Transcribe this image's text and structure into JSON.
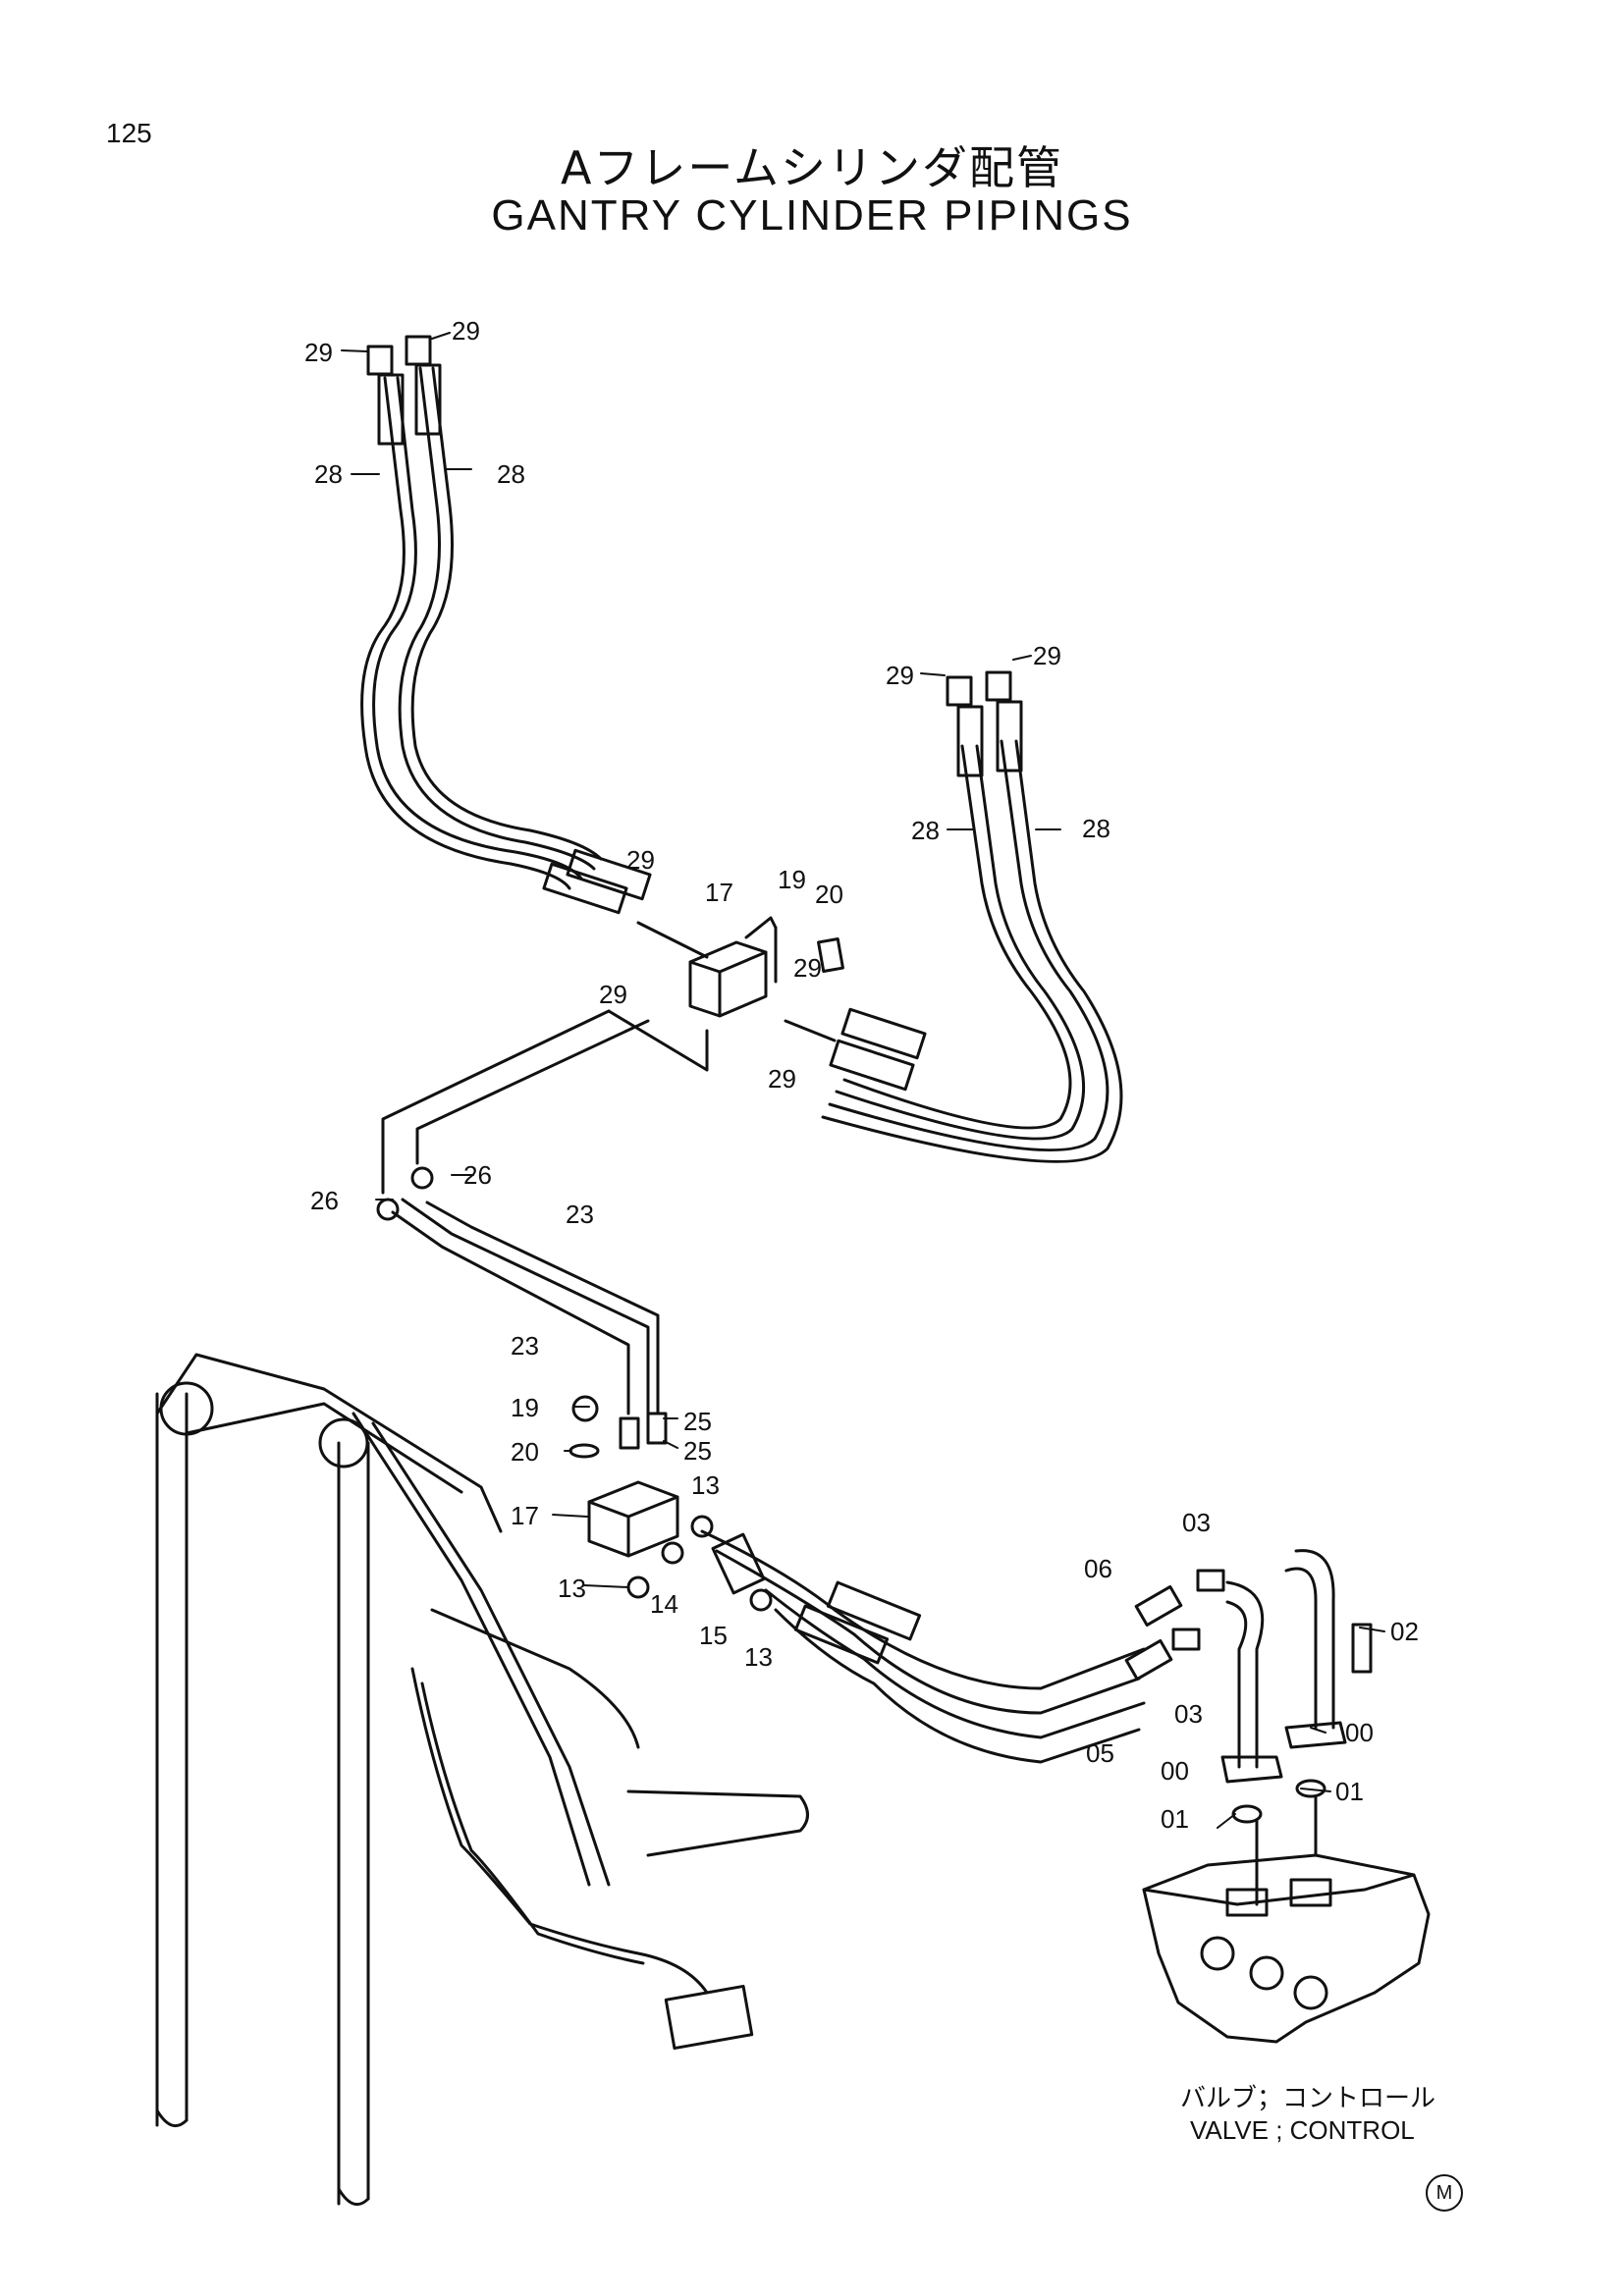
{
  "page_number": "125",
  "title_jp": "Aフレームシリンダ配管",
  "title_en": "GANTRY CYLINDER PIPINGS",
  "caption_jp": "バルブ；コントロール",
  "caption_en": "VALVE ; CONTROL",
  "mark": "M",
  "callouts": [
    "29",
    "29",
    "28",
    "28",
    "29",
    "29",
    "28",
    "28",
    "29",
    "17",
    "19",
    "20",
    "29",
    "29",
    "29",
    "26",
    "26",
    "23",
    "23",
    "19",
    "25",
    "20",
    "25",
    "17",
    "13",
    "13",
    "14",
    "15",
    "13",
    "03",
    "06",
    "02",
    "03",
    "00",
    "05",
    "00",
    "01",
    "01"
  ]
}
